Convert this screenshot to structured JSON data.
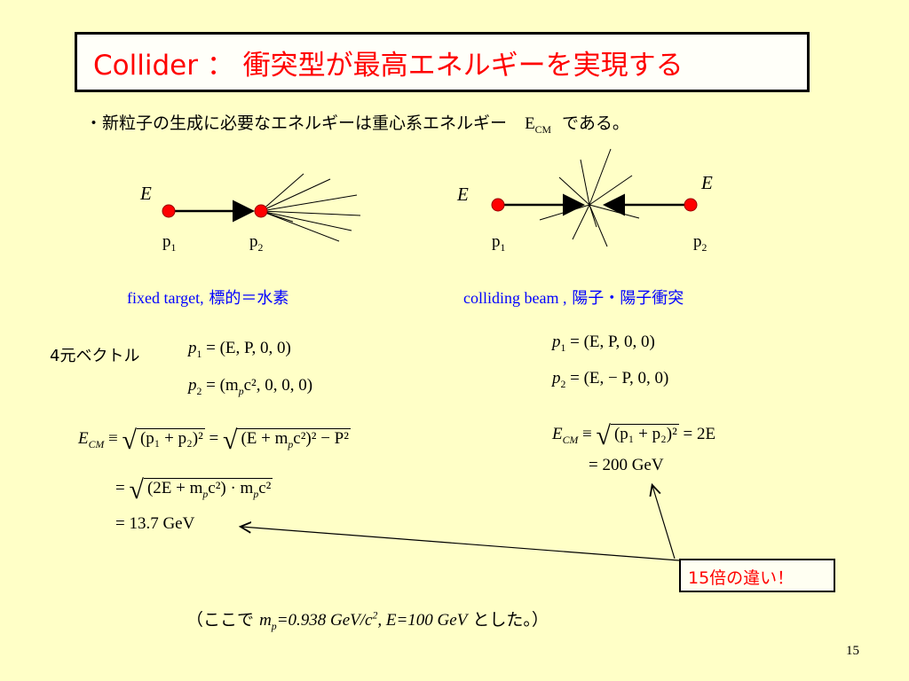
{
  "title": {
    "collider": "Collider",
    "separator": "：",
    "japanese": "衝突型が最高エネルギーを実現する"
  },
  "bullet": {
    "text": "・新粒子の生成に必要なエネルギーは重心系エネルギー",
    "e_cm_main": "E",
    "e_cm_sub": "CM",
    "suffix": "である。"
  },
  "fixed_target": {
    "e_label": "E",
    "p1_main": "p",
    "p1_sub": "1",
    "p2_main": "p",
    "p2_sub": "2",
    "caption_en": "fixed target,",
    "caption_jp": "標的＝水素"
  },
  "colliding_beam": {
    "e_left": "E",
    "e_right": "E",
    "p1_main": "p",
    "p1_sub": "1",
    "p2_main": "p",
    "p2_sub": "2",
    "caption_en": "colliding beam ,",
    "caption_jp": "陽子・陽子衝突"
  },
  "four_vector_label": "4元ベクトル",
  "left_equations": {
    "p1": "= (E, P, 0, 0)",
    "p2": "= (m",
    "p2_rest": "c², 0, 0, 0)",
    "ecm_line1_a": "≡",
    "ecm_line1_b": "(p₁ + p₂)²",
    "ecm_line1_c": "=",
    "ecm_line1_d": "(E + m",
    "ecm_line1_e": "c²)² − P²",
    "ecm_line2_a": "=",
    "ecm_line2_b": "(2E + m",
    "ecm_line2_c": "c²) · m",
    "ecm_line2_d": "c²",
    "result": "= 13.7 GeV"
  },
  "right_equations": {
    "p1": "= (E, P, 0, 0)",
    "p2": "= (E, − P, 0, 0)",
    "ecm_a": "≡",
    "ecm_b": "(p₁ + p₂)²",
    "ecm_c": "= 2E",
    "result": "= 200 GeV"
  },
  "note": "15倍の違い！",
  "footer": {
    "prefix": "（ここで",
    "mp": "m",
    "mp_sub": "p",
    "value": "=0.938 GeV/c",
    "value_sup": "2",
    "e_value": ", E=100 GeV",
    "suffix": "とした。）"
  },
  "page_number": "15",
  "colors": {
    "background": "#ffffc7",
    "title_red": "#ff0000",
    "caption_blue": "#0000ff",
    "particle_red": "#ff0000"
  }
}
